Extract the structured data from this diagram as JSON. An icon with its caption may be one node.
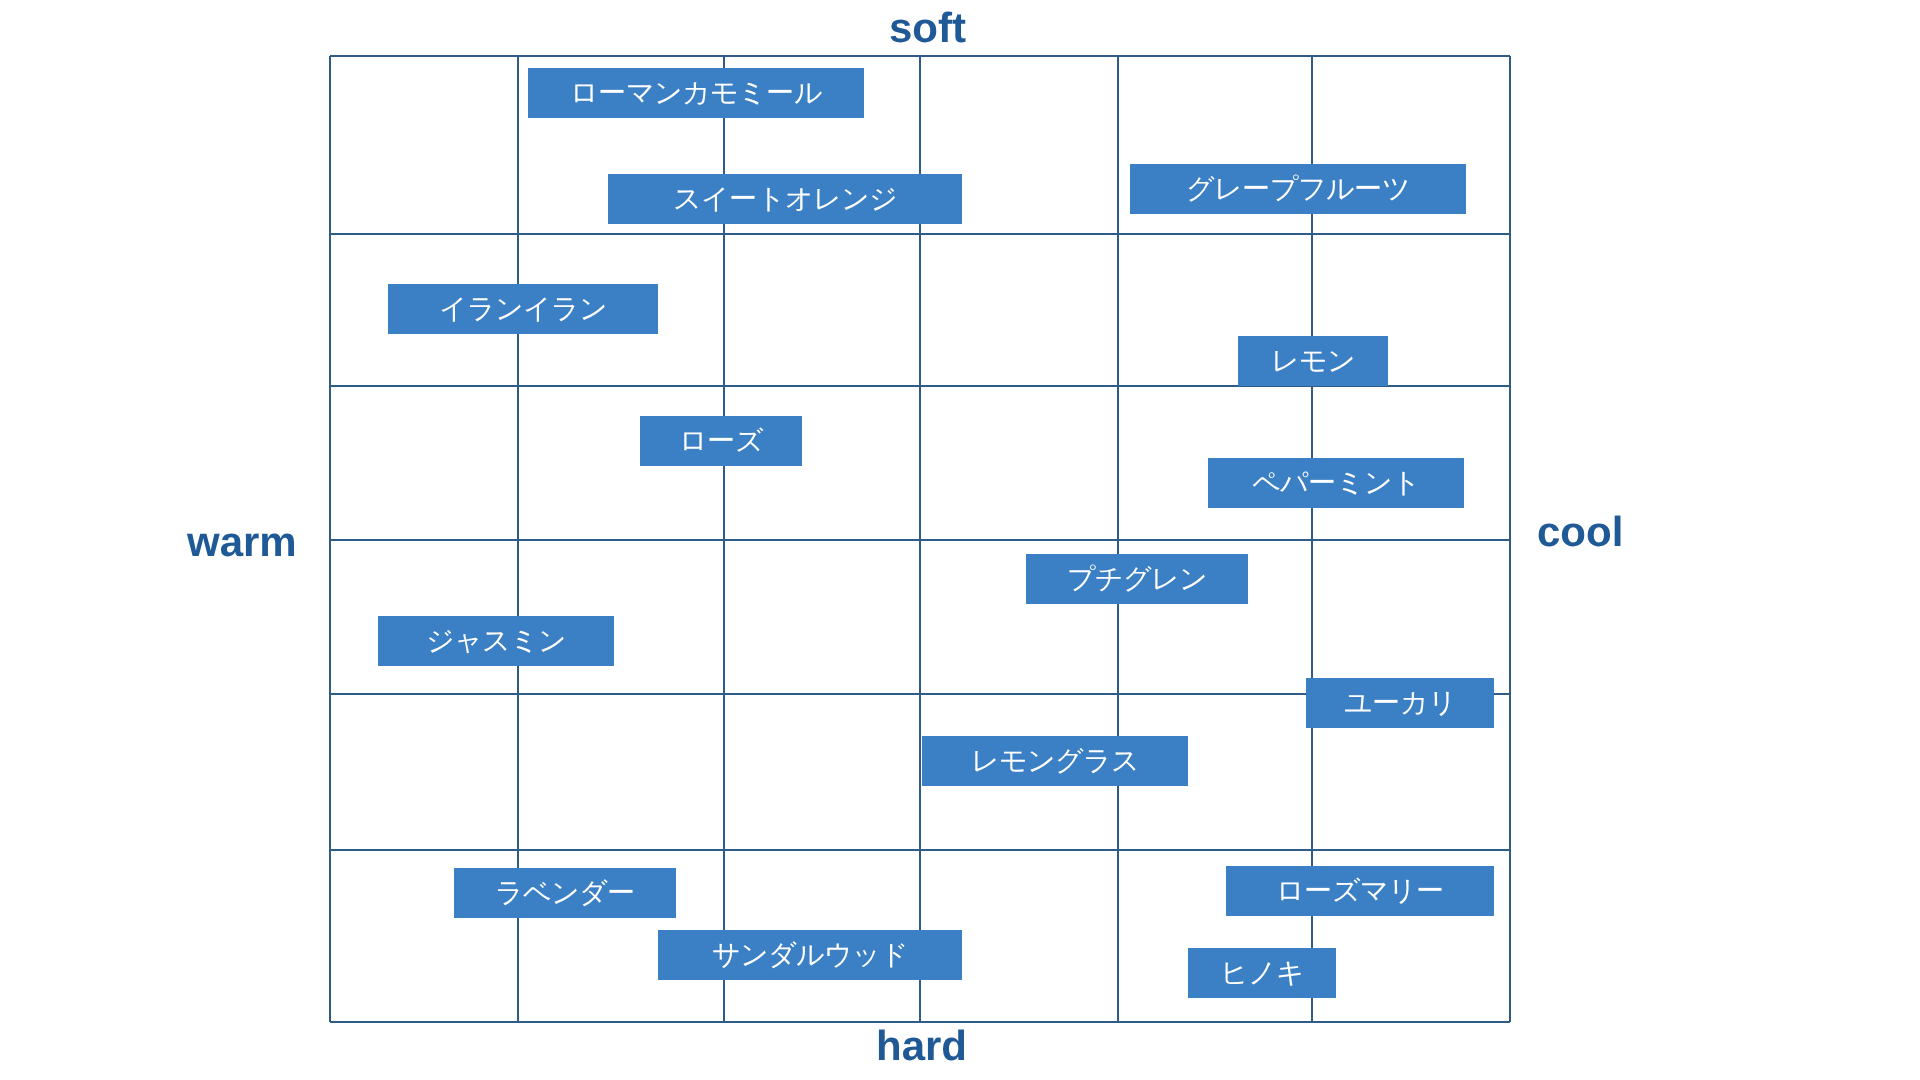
{
  "diagram": {
    "nodes": [
      {
        "text": [
          "ローマンカモミール"
        ]
      },
      {
        "text": [
          "スイートオレンジ"
        ]
      },
      {
        "text": [
          "グレープフルーツ"
        ]
      },
      {
        "text": [
          "イランイラン"
        ]
      },
      {
        "text": [
          "レモン"
        ]
      },
      {
        "text": [
          "ローズ"
        ]
      },
      {
        "text": [
          "ペパーミント"
        ]
      },
      {
        "text": [
          "プチグレン"
        ]
      },
      {
        "text": [
          "ジャスミン"
        ]
      },
      {
        "text": [
          "ユーカリ"
        ]
      },
      {
        "text": [
          "レモングラス"
        ]
      },
      {
        "text": [
          "ラベンダー"
        ]
      },
      {
        "text": [
          "ローズマリー"
        ]
      },
      {
        "text": [
          "サンダルウッド"
        ]
      },
      {
        "text": [
          "ヒノキ"
        ]
      }
    ],
    "labels": [
      "soft",
      "warm",
      "cool",
      "hard"
    ]
  }
}
